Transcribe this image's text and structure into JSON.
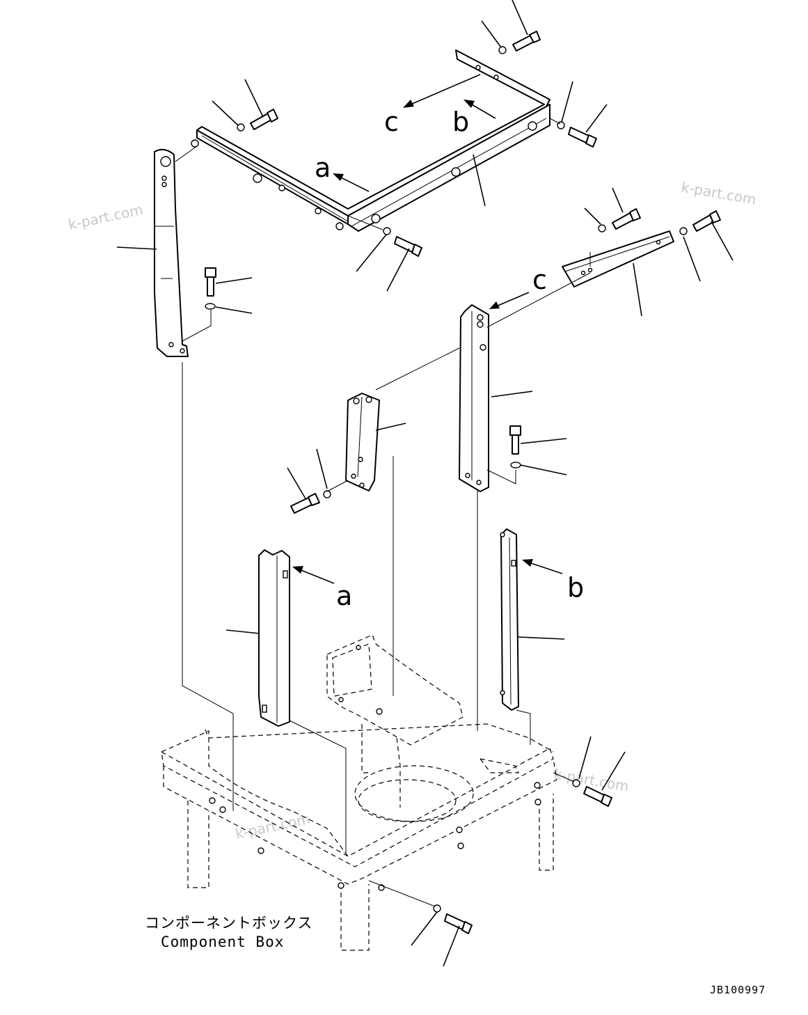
{
  "watermark": "k-part.com",
  "labels": {
    "a": "a",
    "b": "b",
    "c": "c"
  },
  "caption": {
    "japanese": "コンポーネントボックス",
    "english": "Component Box"
  },
  "drawing_code": "JB100997"
}
